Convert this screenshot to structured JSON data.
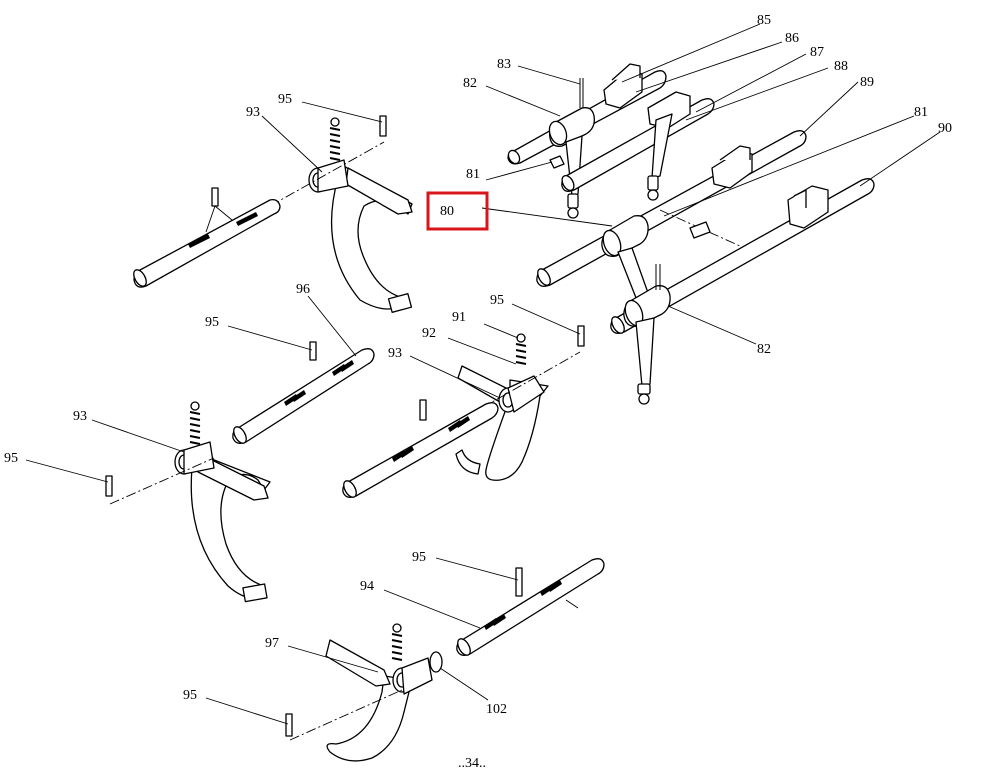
{
  "diagram": {
    "callouts": [
      "85",
      "86",
      "87",
      "88",
      "89",
      "81",
      "90",
      "83",
      "82",
      "81",
      "80",
      "82",
      "95",
      "93",
      "96",
      "95",
      "91",
      "92",
      "95",
      "93",
      "93",
      "95",
      "95",
      "94",
      "97",
      "102",
      "95"
    ],
    "highlighted_callout": "80",
    "page_number": "..34..",
    "colors": {
      "line": "#000000",
      "highlight": "#d9141b",
      "background": "#ffffff"
    }
  }
}
